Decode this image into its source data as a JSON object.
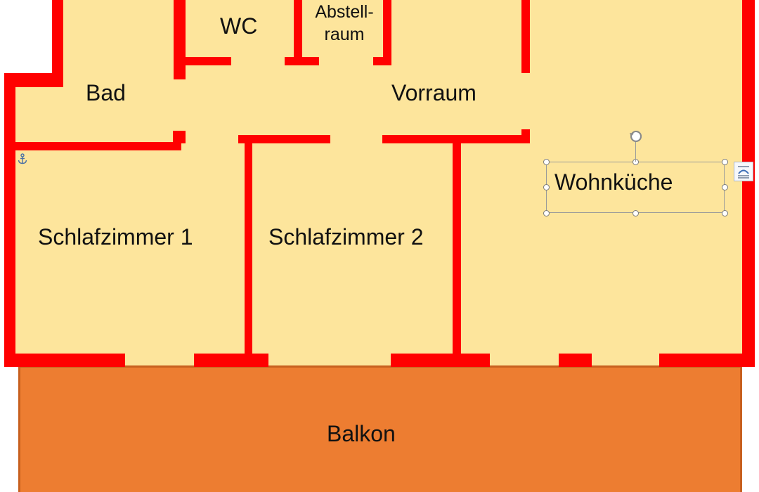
{
  "rooms": {
    "wc": "WC",
    "abstellraum_line1": "Abstell-",
    "abstellraum_line2": "raum",
    "bad": "Bad",
    "vorraum": "Vorraum",
    "wohnkueche": "Wohnküche",
    "schlafzimmer1": "Schlafzimmer 1",
    "schlafzimmer2": "Schlafzimmer 2",
    "balkon": "Balkon"
  },
  "colors": {
    "floor": "#fde59c",
    "wall": "#ff0000",
    "balcony": "#ed7d31",
    "balcony_border": "#c8601e",
    "text": "#111111"
  },
  "icons": {
    "anchor": "anchor-icon",
    "rotate": "rotate-handle-icon",
    "layout_options": "layout-options-icon"
  }
}
